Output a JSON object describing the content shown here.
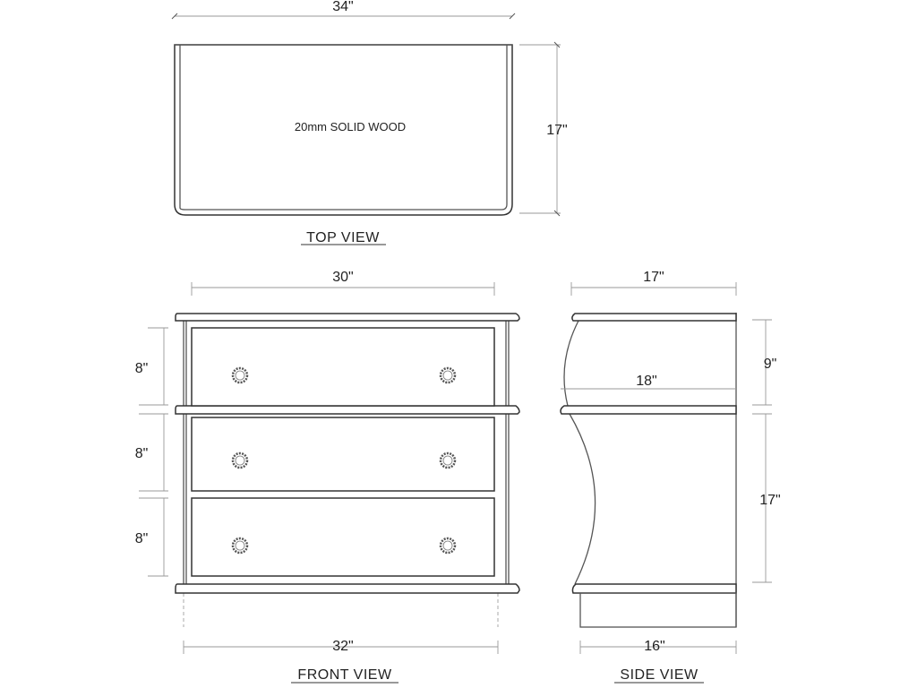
{
  "top_view": {
    "title": "TOP VIEW",
    "width_label": "34\"",
    "depth_label": "17\"",
    "material_note": "20mm SOLID WOOD"
  },
  "front_view": {
    "title": "FRONT VIEW",
    "top_width_label": "30\"",
    "bottom_width_label": "32\"",
    "drawer_heights": [
      "8\"",
      "8\"",
      "8\""
    ]
  },
  "side_view": {
    "title": "SIDE VIEW",
    "top_depth_label": "17\"",
    "mid_depth_label": "18\"",
    "bottom_depth_label": "16\"",
    "upper_height_label": "9\"",
    "lower_height_label": "17\""
  }
}
